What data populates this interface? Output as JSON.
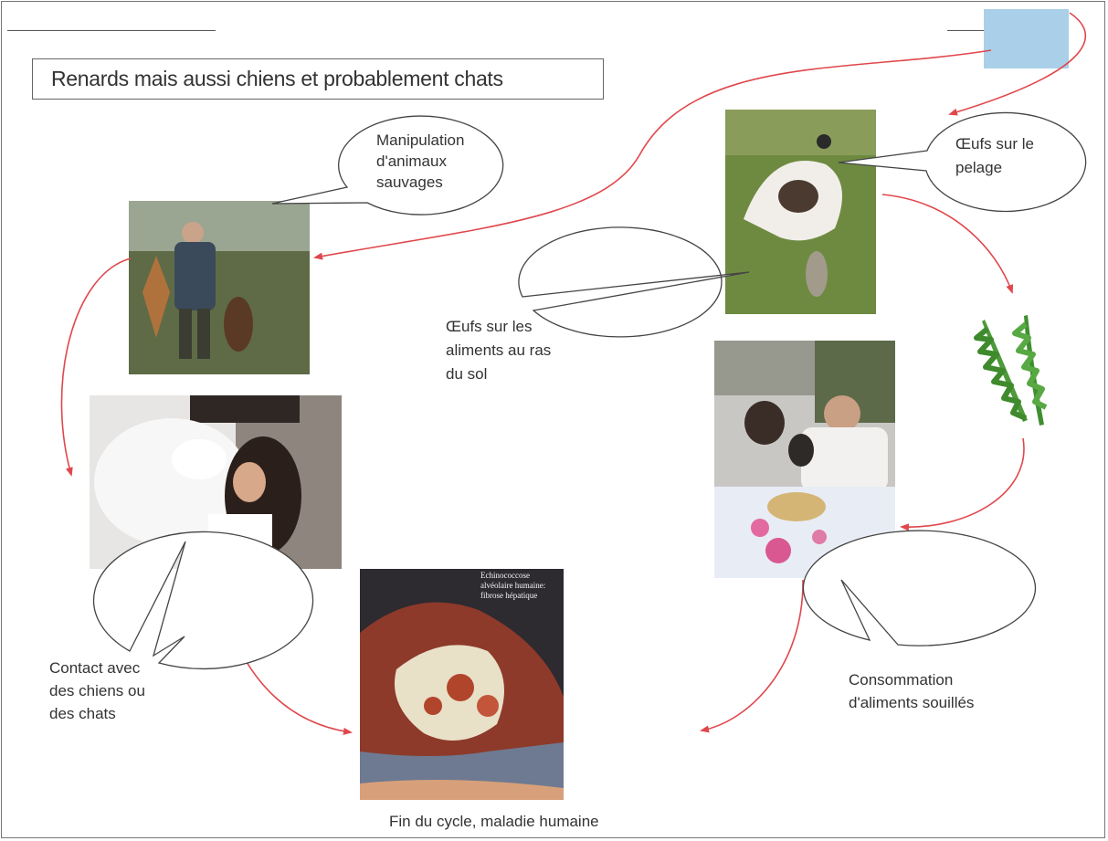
{
  "title": "Renards mais aussi chiens et probablement chats",
  "bubbles": {
    "manipulation": [
      "Manipulation",
      "d'animaux",
      "sauvages"
    ],
    "oeufs_pelage": [
      "Œufs sur le",
      "pelage"
    ],
    "oeufs_aliments": [
      "Œufs sur les",
      "aliments au ras",
      "du sol"
    ],
    "contact": [
      "Contact avec",
      "des chiens ou",
      "des chats"
    ],
    "consommation": [
      "Consommation",
      "d'aliments souillés"
    ]
  },
  "photo_labels": {
    "disease": [
      "Echinococcose",
      "alvéolaire humaine:",
      "fibrose hépatique"
    ]
  },
  "caption": "Fin du cycle, maladie humaine",
  "colors": {
    "arrow": "#e0474c",
    "accent_box": "#a9d0e8"
  }
}
